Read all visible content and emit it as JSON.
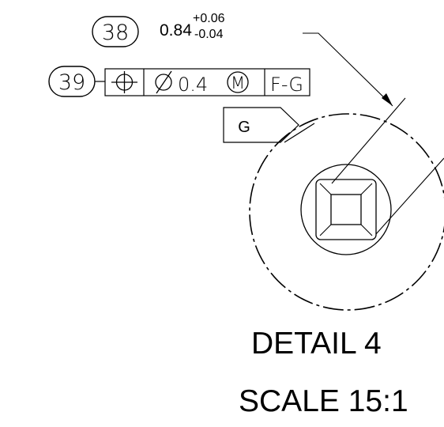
{
  "balloons": {
    "b38": "38",
    "b39": "39"
  },
  "dimension": {
    "nominal": "0.84",
    "upper_tolerance": "+0.06",
    "lower_tolerance": "-0.04"
  },
  "feature_control_frame": {
    "symbol_icon": "position-icon",
    "diameter_icon": "diameter-icon",
    "tolerance_value": "0.4",
    "modifier": "M",
    "datum_reference": "F-G"
  },
  "datum_flag": {
    "label": "G"
  },
  "detail": {
    "title": "DETAIL 4",
    "scale": "SCALE 15:1"
  },
  "colors": {
    "ink": "#000000",
    "paper": "#ffffff"
  }
}
